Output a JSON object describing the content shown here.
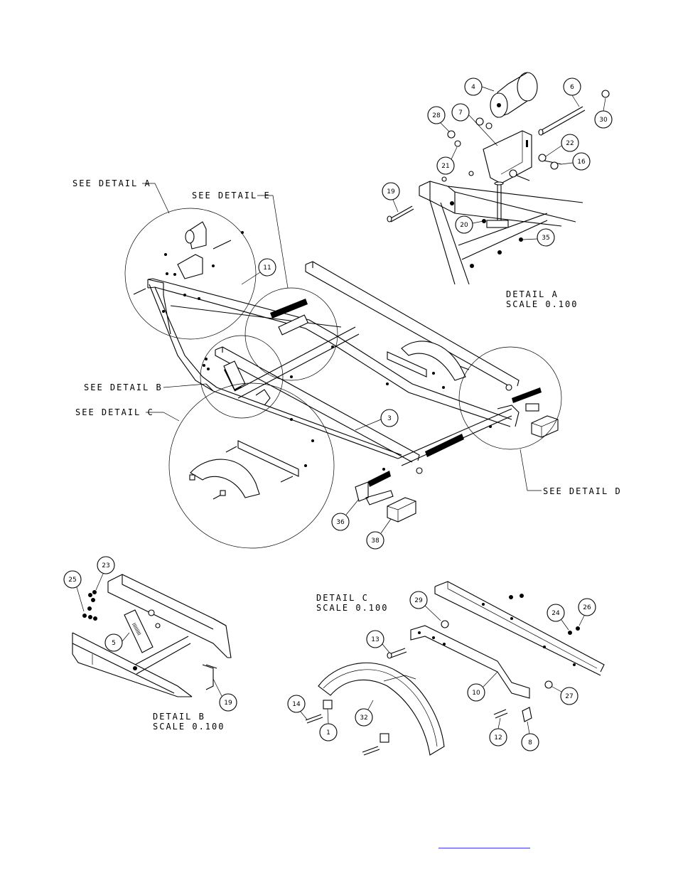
{
  "callouts": {
    "see_detail_a": "SEE DETAIL A",
    "see_detail_e": "SEE DETAIL E",
    "see_detail_b": "SEE DETAIL B",
    "see_detail_c": "SEE DETAIL C",
    "see_detail_d": "SEE DETAIL D"
  },
  "detail_titles": {
    "a": {
      "title": "DETAIL A",
      "scale": "SCALE 0.100"
    },
    "b": {
      "title": "DETAIL B",
      "scale": "SCALE 0.100"
    },
    "c": {
      "title": "DETAIL C",
      "scale": "SCALE 0.100"
    }
  },
  "balloons": {
    "b4": "4",
    "b6": "6",
    "b7": "7",
    "b28": "28",
    "b30": "30",
    "b22": "22",
    "b16": "16",
    "b21": "21",
    "b19a": "19",
    "b20": "20",
    "b35": "35",
    "b11": "11",
    "b3": "3",
    "b36": "36",
    "b38": "38",
    "b23": "23",
    "b25": "25",
    "b5": "5",
    "b19b": "19",
    "b29": "29",
    "b24": "24",
    "b26": "26",
    "b13": "13",
    "b10": "10",
    "b27": "27",
    "b14": "14",
    "b1": "1",
    "b32": "32",
    "b12": "12",
    "b8": "8"
  }
}
